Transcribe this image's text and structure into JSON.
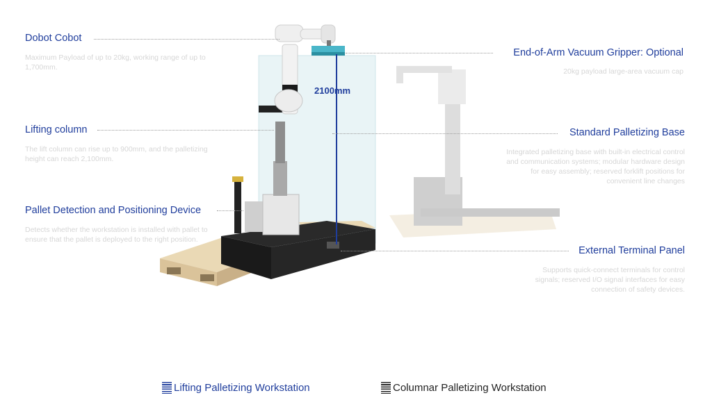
{
  "callouts": {
    "cobot": {
      "title": "Dobot Cobot",
      "desc": "Maximum Payload of up to 20kg, working range of up to 1,700mm."
    },
    "lifting_column": {
      "title": "Lifting column",
      "desc": "The lift column can rise up to 900mm, and the palletizing height can reach 2,100mm."
    },
    "pallet_detection": {
      "title": "Pallet Detection and Positioning Device",
      "desc": "Detects whether the workstation is installed with pallet to ensure that the pallet is deployed to the right position."
    },
    "gripper": {
      "title": "End-of-Arm Vacuum Gripper: Optional",
      "desc": "20kg payload large-area vacuum cap"
    },
    "base": {
      "title": "Standard Palletizing Base",
      "desc": "Integrated palletizing base with built-in electrical control and communication systems; modular hardware design for easy assembly; reserved forklift positions for convenient line changes"
    },
    "terminal": {
      "title": "External Terminal Panel",
      "desc": "Supports quick-connect terminals for control signals; reserved I/O signal interfaces for easy connection of safety devices."
    }
  },
  "height_label": "2100mm",
  "tabs": {
    "lifting": {
      "label": "Lifting Palletizing Workstation",
      "active": true
    },
    "columnar": {
      "label": "Columnar Palletizing Workstation",
      "active": false
    }
  },
  "colors": {
    "accent": "#1f3d9c",
    "desc_text": "#d6d6d6"
  }
}
